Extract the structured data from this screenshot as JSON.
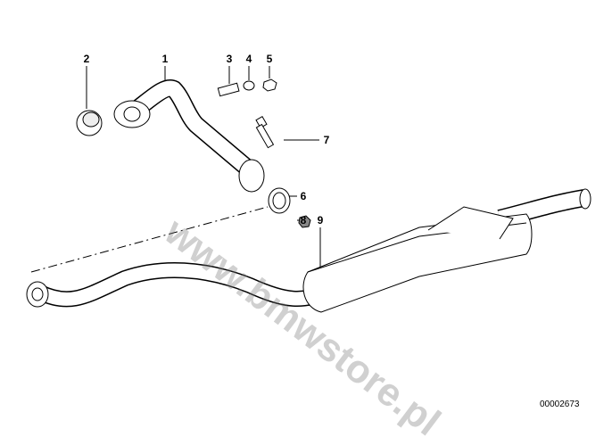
{
  "diagram": {
    "part_labels": [
      "1",
      "2",
      "3",
      "4",
      "5",
      "6",
      "7",
      "8",
      "9"
    ],
    "reference_code": "00002673",
    "watermark": "www.bmwstore.pl"
  }
}
